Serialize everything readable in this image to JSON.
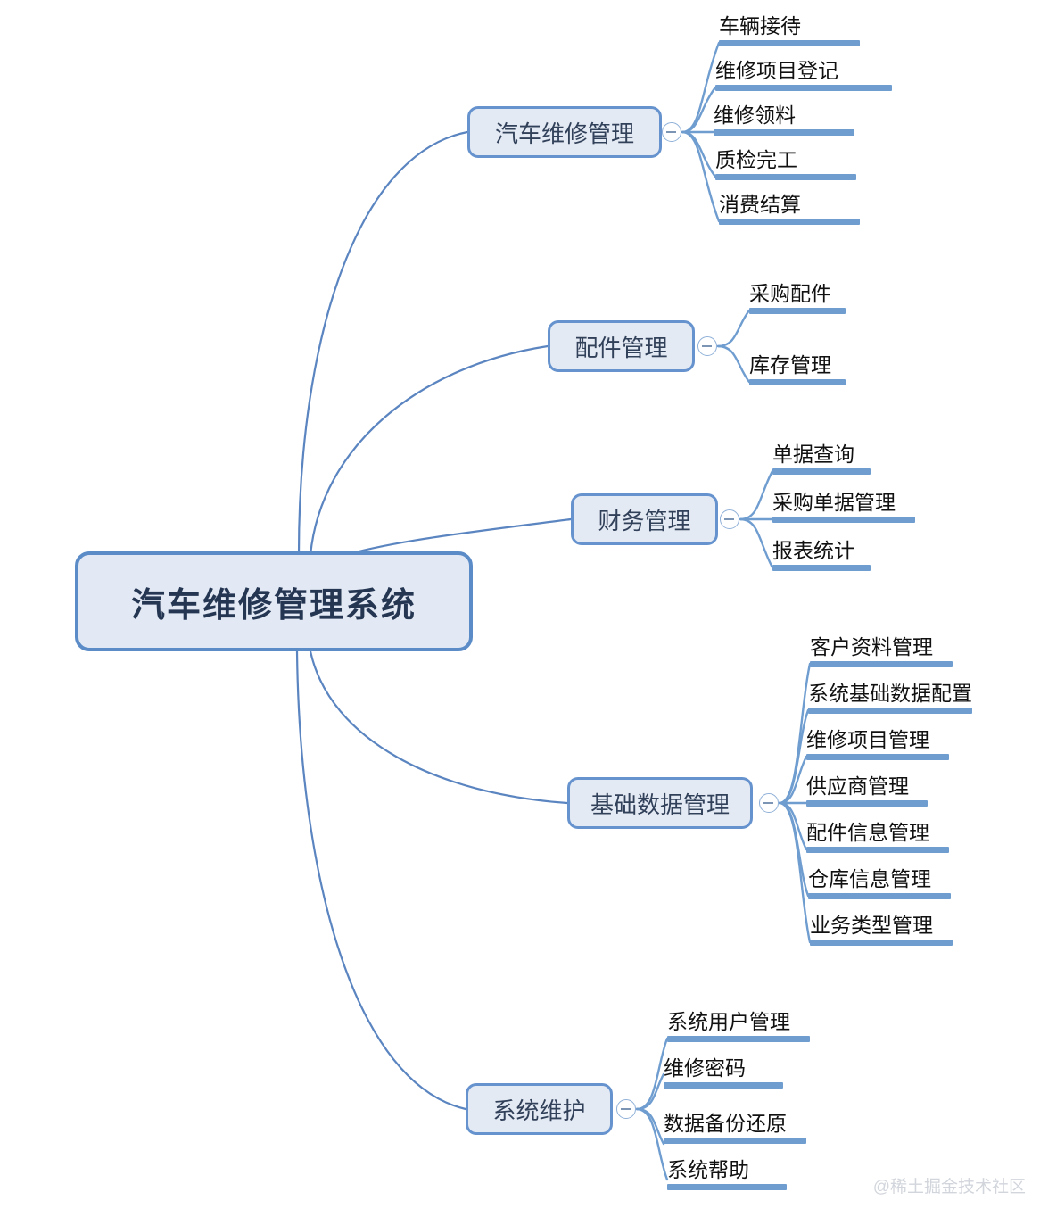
{
  "diagram": {
    "type": "mindmap",
    "title": "汽车维修管理系统",
    "background": "#ffffff",
    "colors": {
      "node_border": "#5b8cc8",
      "node_fill": "#e3e9f4",
      "edge": "#5b85c0",
      "leaf_bar": "#6f9dd0",
      "text": "#2e3d52"
    }
  },
  "root": {
    "label": "汽车维修管理系统"
  },
  "branches": [
    {
      "label": "汽车维修管理",
      "toggle": "−",
      "children": [
        {
          "label": "车辆接待"
        },
        {
          "label": "维修项目登记"
        },
        {
          "label": "维修领料"
        },
        {
          "label": "质检完工"
        },
        {
          "label": "消费结算"
        }
      ]
    },
    {
      "label": "配件管理",
      "toggle": "−",
      "children": [
        {
          "label": "采购配件"
        },
        {
          "label": "库存管理"
        }
      ]
    },
    {
      "label": "财务管理",
      "toggle": "−",
      "children": [
        {
          "label": "单据查询"
        },
        {
          "label": "采购单据管理"
        },
        {
          "label": "报表统计"
        }
      ]
    },
    {
      "label": "基础数据管理",
      "toggle": "−",
      "children": [
        {
          "label": "客户资料管理"
        },
        {
          "label": "系统基础数据配置"
        },
        {
          "label": "维修项目管理"
        },
        {
          "label": "供应商管理"
        },
        {
          "label": "配件信息管理"
        },
        {
          "label": "仓库信息管理"
        },
        {
          "label": "业务类型管理"
        }
      ]
    },
    {
      "label": "系统维护",
      "toggle": "−",
      "children": [
        {
          "label": "系统用户管理"
        },
        {
          "label": "维修密码"
        },
        {
          "label": "数据备份还原"
        },
        {
          "label": "系统帮助"
        }
      ]
    }
  ],
  "watermark": {
    "text": "@稀土掘金技术社区"
  }
}
